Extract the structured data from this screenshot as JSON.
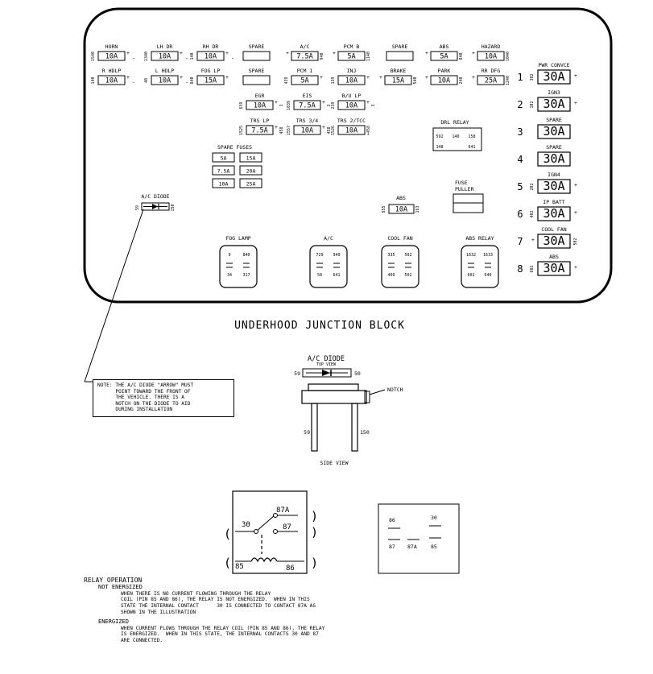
{
  "block_title": "UNDERHOOD JUNCTION BLOCK",
  "left_fuses": [
    {
      "name": "HORN",
      "rating": "10A",
      "pins": [
        "1540",
        "+",
        "-"
      ]
    },
    {
      "name": "LH DR",
      "rating": "10A",
      "pins": [
        "1340",
        "+",
        "-"
      ]
    },
    {
      "name": "RH DR",
      "rating": "10A",
      "pins": [
        "140",
        "+",
        "-"
      ]
    },
    {
      "name": "SPARE",
      "rating": "",
      "pins": []
    },
    {
      "name": "A/C",
      "rating": "7.5A",
      "pins": [
        "+",
        "940"
      ]
    },
    {
      "name": "PCM B",
      "rating": "5A",
      "pins": [
        "+",
        "1140"
      ]
    },
    {
      "name": "SPARE",
      "rating": "",
      "pins": []
    },
    {
      "name": "ABS",
      "rating": "5A",
      "pins": [
        "+",
        "840"
      ]
    },
    {
      "name": "HAZARD",
      "rating": "10A",
      "pins": [
        "+",
        "1040"
      ]
    },
    {
      "name": "R HDLP",
      "rating": "10A",
      "pins": [
        "140",
        "+",
        "-"
      ]
    },
    {
      "name": "L HDLP",
      "rating": "10A",
      "pins": [
        "40",
        "+",
        "-"
      ]
    },
    {
      "name": "FOG LP",
      "rating": "15A",
      "pins": [
        "840",
        "+"
      ]
    },
    {
      "name": "SPARE",
      "rating": "",
      "pins": []
    },
    {
      "name": "PCM 1",
      "rating": "5A",
      "pins": [
        "439",
        "+"
      ]
    },
    {
      "name": "INJ",
      "rating": "10A",
      "pins": [
        "139",
        "+"
      ]
    },
    {
      "name": "BRAKE",
      "rating": "15A",
      "pins": [
        "+",
        "540"
      ]
    },
    {
      "name": "PARK",
      "rating": "10A",
      "pins": [
        "+",
        "240"
      ]
    },
    {
      "name": "RR DFG",
      "rating": "25A",
      "pins": [
        "+",
        "1240"
      ]
    },
    {
      "name": "EGR",
      "rating": "10A",
      "pins": [
        "639",
        "+",
        "3"
      ]
    },
    {
      "name": "EIS",
      "rating": "7.5A",
      "pins": [
        "1039",
        "+",
        "3"
      ]
    },
    {
      "name": "B/U LP",
      "rating": "10A",
      "pins": [
        "239",
        "+",
        "3"
      ]
    },
    {
      "name": "TRS LP",
      "rating": "7.5A",
      "pins": [
        "1525",
        "+",
        "458"
      ]
    },
    {
      "name": "TRS 3/4",
      "rating": "10A",
      "pins": [
        "1557",
        "+",
        "458"
      ]
    },
    {
      "name": "TRS 2/TCC",
      "rating": "10A",
      "pins": [
        "1526",
        "+458"
      ]
    }
  ],
  "spare_fuses": {
    "title": "SPARE FUSES",
    "ratings": [
      "5A",
      "15A",
      "7.5A",
      "20A",
      "10A",
      "25A"
    ]
  },
  "drl_relay": {
    "title": "DRL RELAY",
    "pins": [
      "592",
      "140",
      "158",
      "148",
      "641"
    ]
  },
  "fuse_puller": {
    "line1": "FUSE",
    "line2": "PULLER"
  },
  "abs_mid": {
    "name": "ABS",
    "rating": "10A",
    "pins": [
      "855",
      "163"
    ]
  },
  "ac_diode": {
    "title": "A/C DIODE",
    "pins": [
      "59",
      "150"
    ]
  },
  "maxi_fuses": [
    {
      "num": "1",
      "name": "PWR CONVCE",
      "rating": "30A",
      "pins": [
        "302",
        "+"
      ]
    },
    {
      "num": "2",
      "name": "IGN3",
      "rating": "30A",
      "pins": [
        "102",
        "+"
      ]
    },
    {
      "num": "3",
      "name": "SPARE",
      "rating": "30A",
      "pins": []
    },
    {
      "num": "4",
      "name": "SPARE",
      "rating": "30A",
      "pins": []
    },
    {
      "num": "5",
      "name": "IGN4",
      "rating": "30A",
      "pins": [
        "202",
        "+"
      ]
    },
    {
      "num": "6",
      "name": "IP BATT",
      "rating": "30A",
      "pins": [
        "402",
        "+"
      ]
    },
    {
      "num": "7",
      "name": "COOL FAN",
      "rating": "30A",
      "pins": [
        "+",
        "502"
      ]
    },
    {
      "num": "8",
      "name": "ABS",
      "rating": "30A",
      "pins": [
        "602",
        "+"
      ]
    }
  ],
  "relays": [
    {
      "name": "FOG LAMP",
      "pins": [
        "9",
        "840",
        "34",
        "317"
      ]
    },
    {
      "name": "A/C",
      "pins": [
        "729",
        "940",
        "58",
        "641"
      ]
    },
    {
      "name": "COOL FAN",
      "pins": [
        "335",
        "502",
        "409",
        "502"
      ]
    },
    {
      "name": "ABS RELAY",
      "pins": [
        "1632",
        "1633",
        "602",
        "640"
      ]
    }
  ],
  "note": "NOTE: THE A/C DIODE \"ARROW\" MUST\n      POINT TOWARD THE FRONT OF\n      THE VEHICLE. THERE IS A\n      NOTCH ON THE DIODE TO AID\n      DURING INSTALLATION",
  "diode_detail": {
    "title": "A/C DIODE",
    "top_view": "TOP VIEW",
    "pin_left": "59",
    "pin_right": "50",
    "notch": "NOTCH",
    "leg_left": "59",
    "leg_right": "150",
    "side_view": "SIDE VIEW"
  },
  "relay_schematic": {
    "pins": [
      "87A",
      "30",
      "87",
      "85",
      "86"
    ]
  },
  "relay_pinout": {
    "pins": [
      "86",
      "30",
      "87",
      "87A",
      "85"
    ]
  },
  "relay_operation": {
    "title": "RELAY OPERATION",
    "not_energized_title": "NOT ENERGIZED",
    "not_energized_text": "WHEN THERE IS NO CURRENT FLOWING THROUGH THE RELAY\nCOIL (PIN 85 AND 86), THE RELAY IS NOT ENERGIZED.  WHEN IN THIS\nSTATE THE INTERNAL CONTACT      30 IS CONNECTED TO CONTACT 87A AS\nSHOWN IN THE ILLUSTRATION",
    "energized_title": "ENERGIZED",
    "energized_text": "WHEN CURRENT FLOWS THROUGH THE RELAY COIL (PIN 85 AND 86), THE RELAY\nIS ENERGIZED.  WHEN IN THIS STATE, THE INTERNAL CONTACTS 30 AND 87\nARE CONNECTED."
  }
}
